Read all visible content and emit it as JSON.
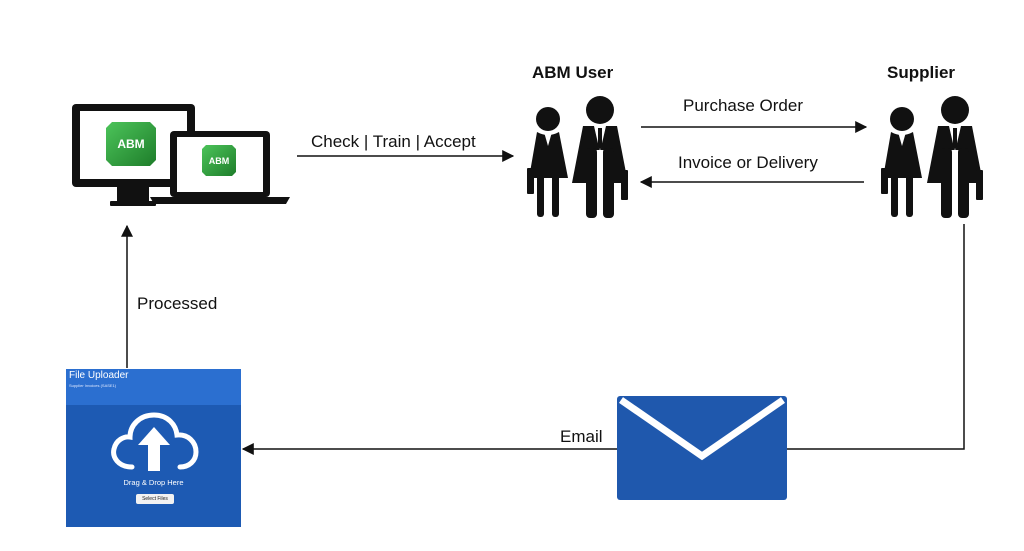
{
  "nodes": {
    "abm_user": {
      "title": "ABM User"
    },
    "supplier": {
      "title": "Supplier"
    },
    "devices": {
      "badge_text": "ABM"
    },
    "uploader": {
      "title": "File Uploader",
      "subtitle": "Supplier Invoices (SASE1)",
      "drop_text": "Drag & Drop Here",
      "button_label": "Select Files"
    }
  },
  "edges": {
    "check_train_accept": "Check | Train | Accept",
    "purchase_order": "Purchase Order",
    "invoice_or_delivery": "Invoice or Delivery",
    "email": "Email",
    "processed": "Processed"
  },
  "colors": {
    "arrow": "#111111",
    "envelope": "#1f58ad",
    "uploader_bg": "#1d5ab3",
    "abm_green": "#2f9e3b"
  },
  "icons": [
    "desktop-monitor-icon",
    "laptop-icon",
    "business-people-icon",
    "envelope-icon",
    "cloud-upload-icon"
  ]
}
